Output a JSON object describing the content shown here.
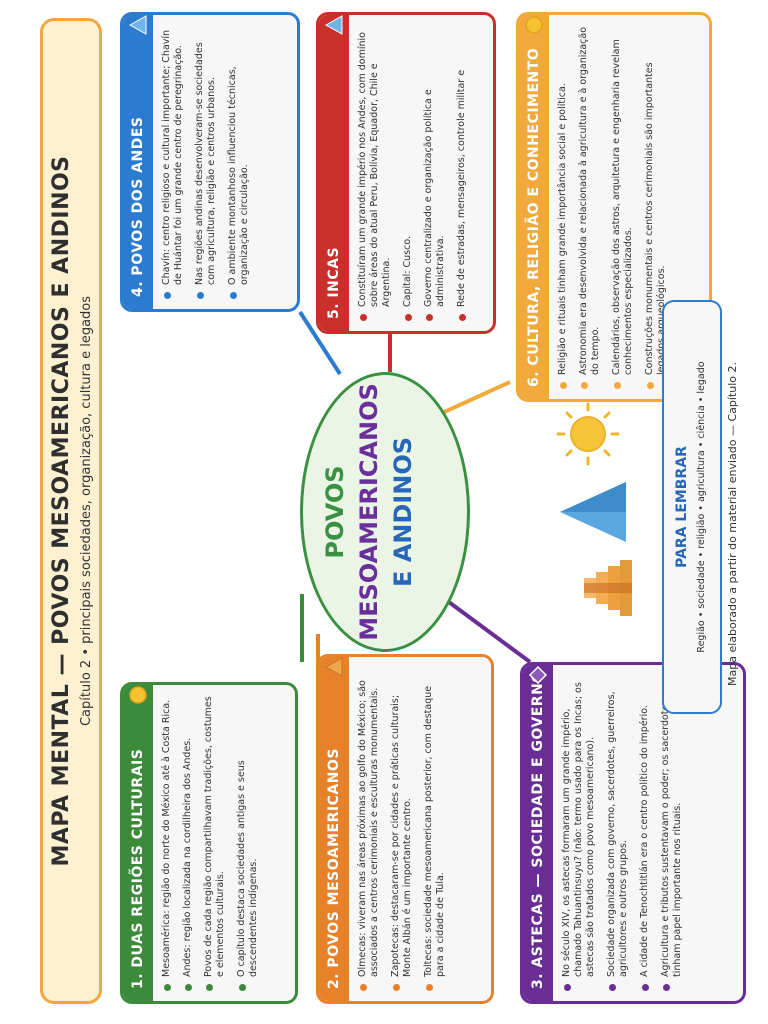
{
  "title": "MAPA MENTAL — POVOS MESOAMERICANOS E ANDINOS",
  "subtitle": "Capítulo 2 • principais sociedades, organização, cultura e legados",
  "center": {
    "line1": "POVOS",
    "line2": "MESOAMERICANOS",
    "line3": "E ANDINOS"
  },
  "cards": {
    "regioes": {
      "title": "1. DUAS REGIÕES CULTURAIS",
      "items": [
        "Mesoamérica: região do norte do México até à Costa Rica.",
        "Andes: região localizada na cordilheira dos Andes.",
        "Povos de cada região compartilhavam tradições, costumes e elementos culturais.",
        "O capítulo destaca sociedades antigas e seus descendentes indígenas."
      ]
    },
    "meso": {
      "title": "2. POVOS MESOAMERICANOS",
      "items": [
        "Olmecas: viveram nas áreas próximas ao golfo do México; são associados a centros cerimoniais e esculturas monumentais.",
        "Zapotecas: destacaram-se por cidades e práticas culturais; Monte Albán é um importante centro.",
        "Toltecas: sociedade mesoamericana posterior, com destaque para a cidade de Tula."
      ]
    },
    "astecas": {
      "title": "3. ASTECAS — SOCIEDADE E GOVERNO",
      "items": [
        "No século XIV, os astecas formaram um grande império, chamado Tahuantinsuyu? (não: termo usado para os Incas; os astecas são tratados como povo mesoamericano).",
        "Sociedade organizada com governo, sacerdotes, guerreiros, agricultores e outros grupos.",
        "A cidade de Tenochtitlán era o centro político do império.",
        "Agricultura e tributos sustentavam o poder; os sacerdotes tinham papel importante nos rituais."
      ]
    },
    "andes": {
      "title": "4. POVOS DOS ANDES",
      "items": [
        "Chavín: centro religioso e cultural importante; Chavín de Huántar foi um grande centro de peregrinação.",
        "Nas regiões andinas desenvolveram-se sociedades com agricultura, religião e centros urbanos.",
        "O ambiente montanhoso influenciou técnicas, organização e circulação."
      ]
    },
    "incas": {
      "title": "5. INCAS",
      "items": [
        "Constituíram um grande império nos Andes, com domínio sobre áreas do atual Peru, Bolívia, Equador, Chile e Argentina.",
        "Capital: Cusco.",
        "Governo centralizado e organização política e administrativa.",
        "Rede de estradas, mensageiros, controle militar e"
      ]
    },
    "cultura": {
      "title": "6. CULTURA, RELIGIÃO E CONHECIMENTO",
      "items": [
        "Religião e rituais tinham grande importância social e política.",
        "Astronomia era desenvolvida e relacionada à agricultura e à organização do tempo.",
        "Calendários, observação dos astros, arquitetura e engenharia revelam conhecimentos especializados.",
        "Construções monumentais e centros cerimoniais são importantes legados arqueológicos."
      ]
    }
  },
  "remember": {
    "title": "PARA LEMBRAR",
    "text": "Região • sociedade • religião • agricultura • ciência • legado"
  },
  "footer": "Mapa elaborado a partir do material enviado — Capítulo 2.",
  "colors": {
    "green": "#3b8b3a",
    "orange": "#e8822a",
    "purple": "#6a2d96",
    "blue": "#2b7cd0",
    "red": "#c9302c",
    "gold": "#f2a93b"
  }
}
